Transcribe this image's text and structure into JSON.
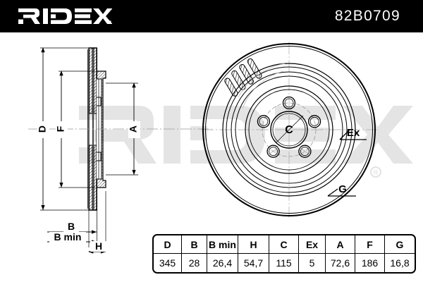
{
  "header": {
    "brand": "RIDEX",
    "brand_icon": "ridex-wordmark-logo",
    "part_number": "82B0709",
    "background_color": "#000000",
    "text_color": "#ffffff"
  },
  "watermark": {
    "text": "RIDEX",
    "registered_mark": "®",
    "color": "#e3e3e3"
  },
  "drawing": {
    "section_view": {
      "name": "brake-disc-cross-section",
      "dimension_labels": [
        {
          "id": "D",
          "label": "D",
          "orientation": "vertical"
        },
        {
          "id": "F",
          "label": "F",
          "orientation": "vertical"
        },
        {
          "id": "A",
          "label": "A",
          "orientation": "vertical"
        },
        {
          "id": "B",
          "label": "B",
          "orientation": "horizontal"
        },
        {
          "id": "Bmin",
          "label": "B min",
          "orientation": "horizontal"
        },
        {
          "id": "H",
          "label": "H",
          "orientation": "horizontal"
        }
      ]
    },
    "front_view": {
      "name": "brake-disc-front-view",
      "bolt_hole_count": 5,
      "cooling_vane_count": 4,
      "callout_labels": [
        {
          "id": "Ex",
          "label": "Ex"
        },
        {
          "id": "C",
          "label": "C"
        },
        {
          "id": "G",
          "label": "G"
        }
      ]
    },
    "line_color": "#000000"
  },
  "spec_table": {
    "name": "brake-disc-specification-table",
    "headers": [
      "D",
      "B",
      "B min",
      "H",
      "C",
      "Ex",
      "A",
      "F",
      "G"
    ],
    "values": [
      "345",
      "28",
      "26,4",
      "54,7",
      "115",
      "5",
      "72,6",
      "186",
      "16,8"
    ]
  }
}
